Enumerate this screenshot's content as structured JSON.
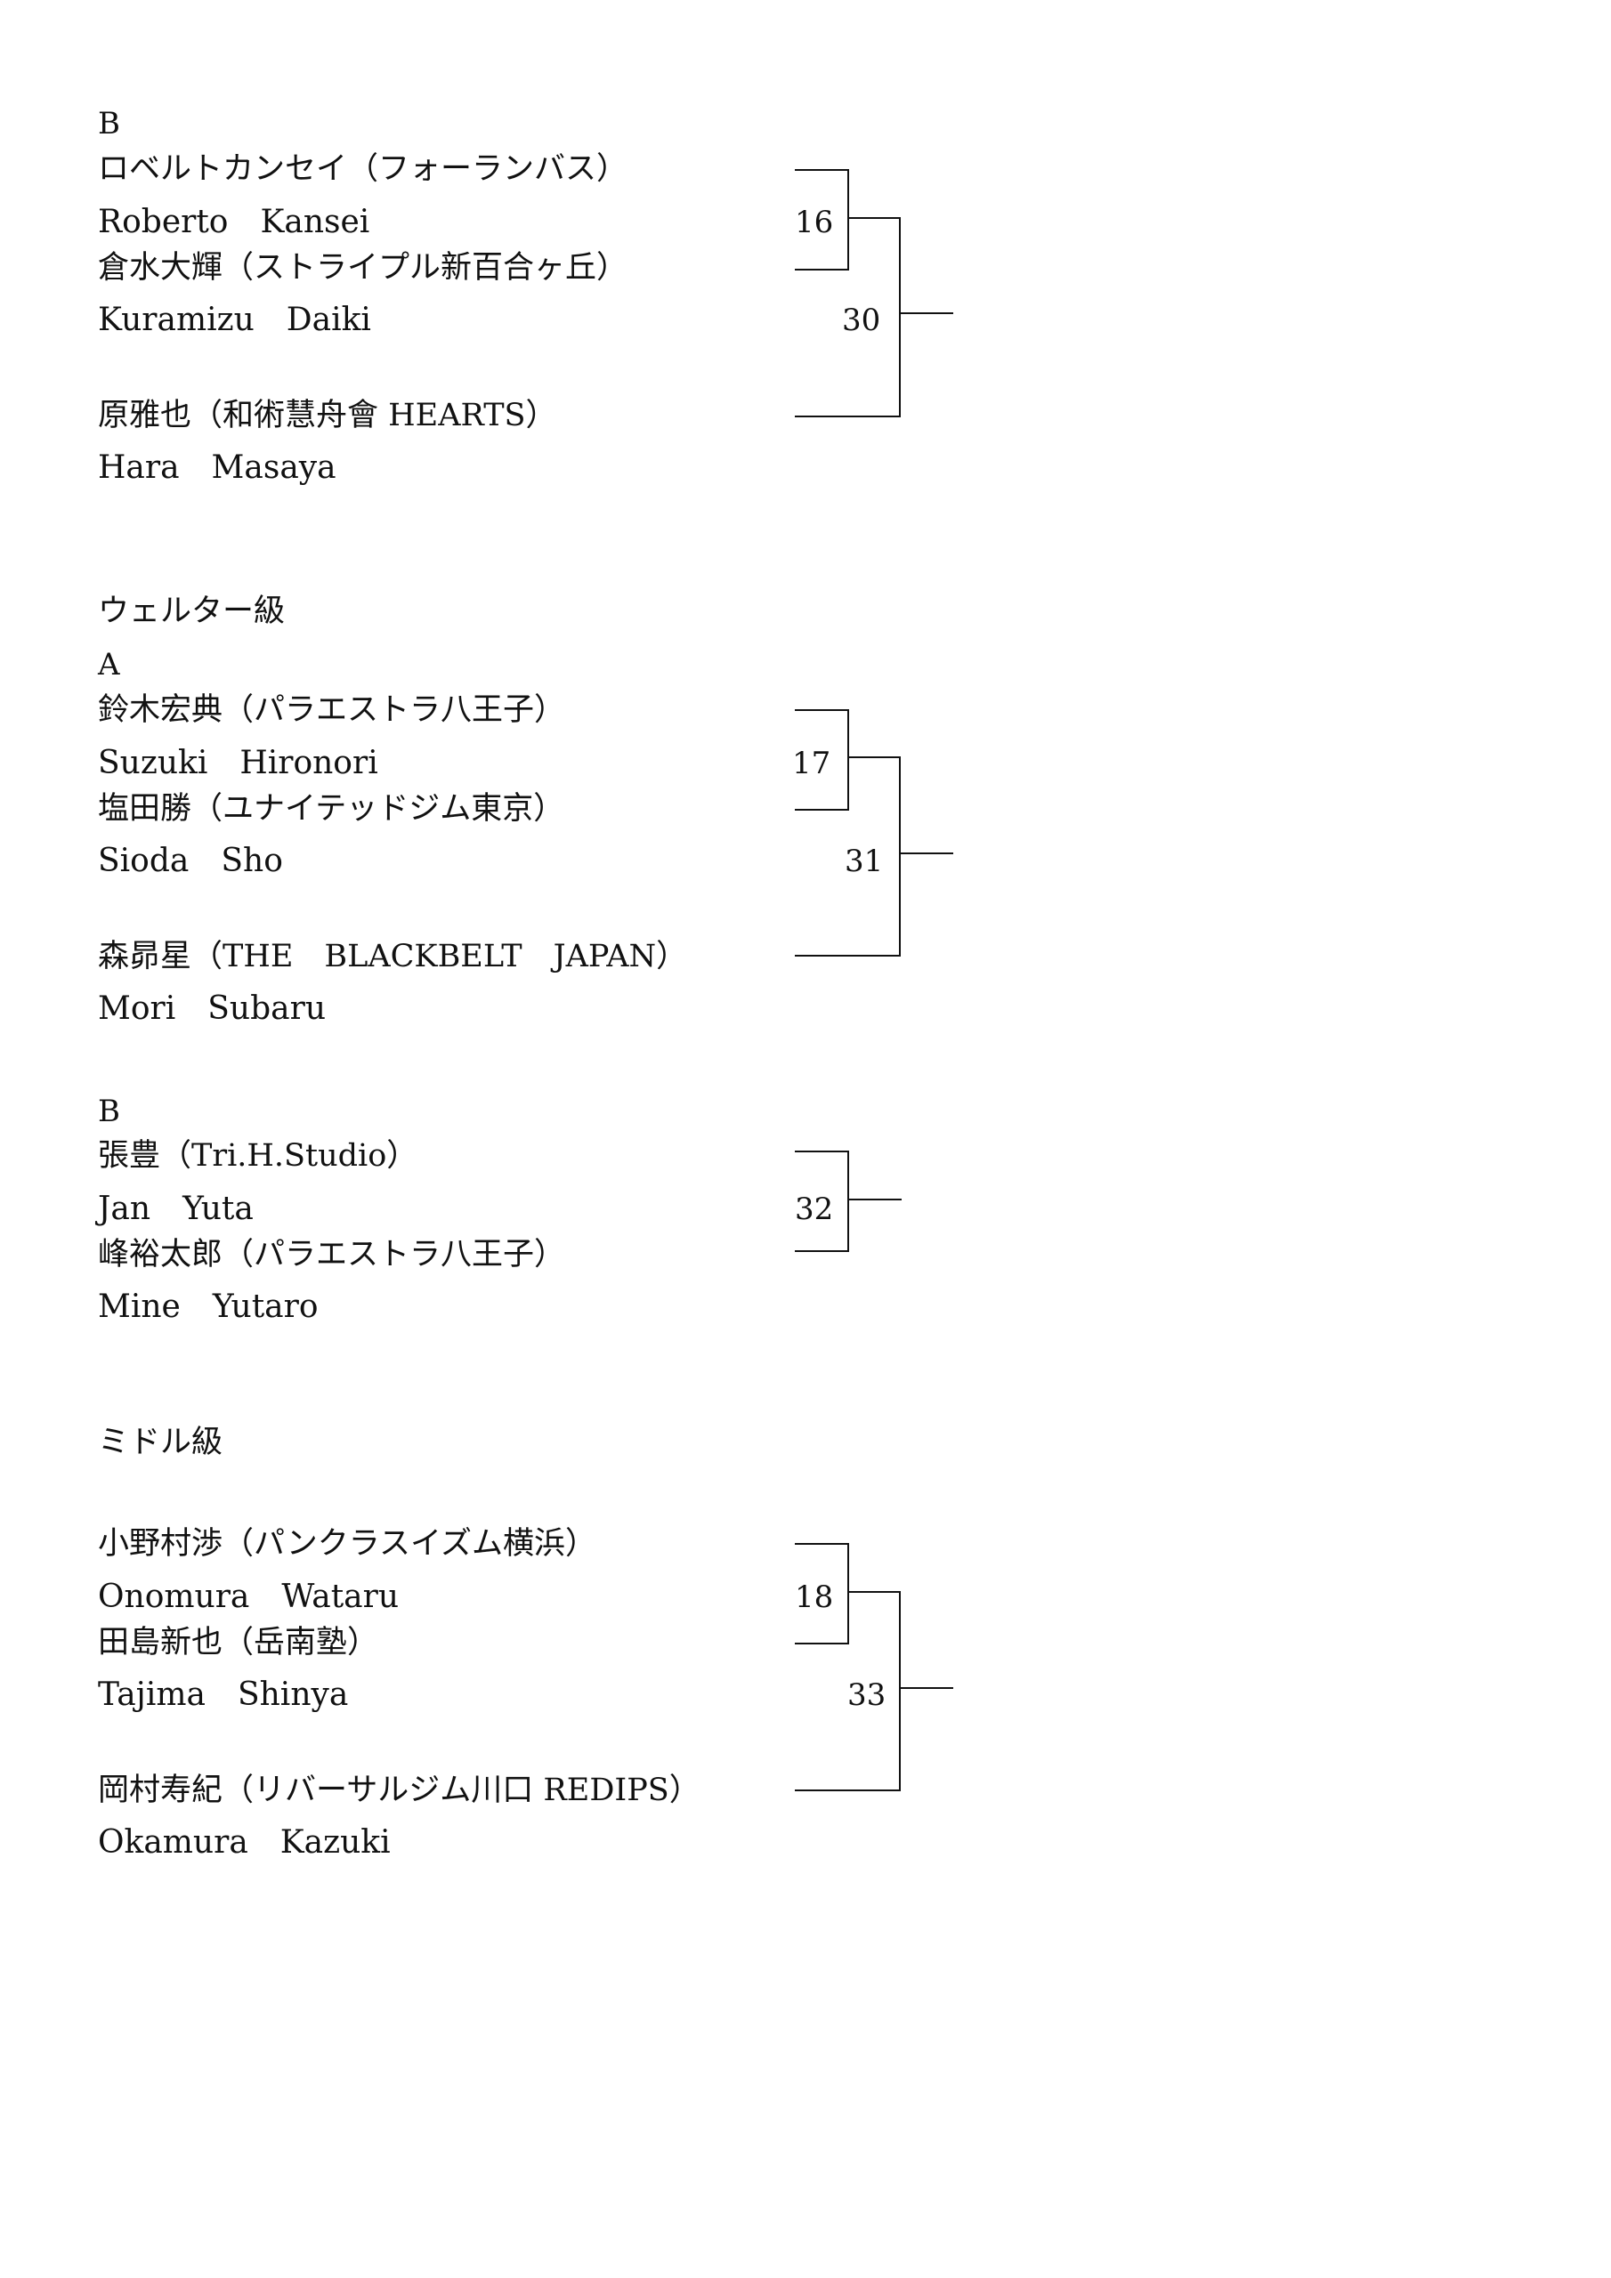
{
  "welter_header": "ウェルター級",
  "middle_header": "ミドル級",
  "sections": [
    {
      "id": "prev-b",
      "label": "B",
      "fighters": [
        {
          "jp": "ロベルトカンセイ（フォーランバス）",
          "en": "Roberto　Kansei"
        },
        {
          "jp": "倉水大輝（ストライプル新百合ヶ丘）",
          "en": "Kuramizu　Daiki"
        },
        {
          "jp": "原雅也（和術慧舟會 HEARTS）",
          "en": "Hara　Masaya"
        }
      ],
      "match1": "16",
      "match2": "30"
    },
    {
      "id": "welter-a",
      "label": "A",
      "fighters": [
        {
          "jp": "鈴木宏典（パラエストラ八王子）",
          "en": "Suzuki　Hironori"
        },
        {
          "jp": "塩田勝（ユナイテッドジム東京）",
          "en": "Sioda　Sho"
        },
        {
          "jp": "森昴星（THE　BLACKBELT　JAPAN）",
          "en": "Mori　Subaru"
        }
      ],
      "match1": "17",
      "match2": "31"
    },
    {
      "id": "welter-b",
      "label": "B",
      "fighters": [
        {
          "jp": "張豊（Tri.H.Studio）",
          "en": "Jan　Yuta"
        },
        {
          "jp": "峰裕太郎（パラエストラ八王子）",
          "en": "Mine　Yutaro"
        }
      ],
      "match1": "32"
    },
    {
      "id": "middle",
      "fighters": [
        {
          "jp": "小野村渉（パンクラスイズム横浜）",
          "en": "Onomura　Wataru"
        },
        {
          "jp": "田島新也（岳南塾）",
          "en": "Tajima　Shinya"
        },
        {
          "jp": "岡村寿紀（リバーサルジム川口 REDIPS）",
          "en": "Okamura　Kazuki"
        }
      ],
      "match1": "18",
      "match2": "33"
    }
  ]
}
